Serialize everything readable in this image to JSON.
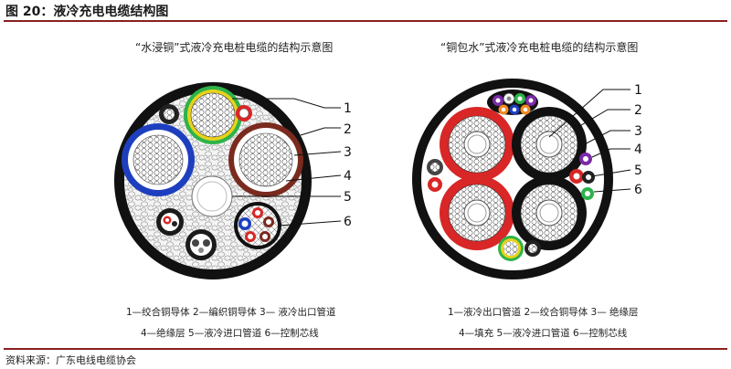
{
  "figure": {
    "title": "图 20：液冷充电电缆结构图",
    "source": "资料来源：广东电线电缆协会"
  },
  "left_panel": {
    "title": "“水浸铜”式液冷充电桩电缆的结构示意图",
    "callouts": [
      "1",
      "2",
      "3",
      "4",
      "5",
      "6"
    ],
    "legend_line1": "1—绞合铜导体  2—编织铜导体  3— 液冷出口管道",
    "legend_line2": "4—绝缘层  5—液冷进口管道  6—控制芯线"
  },
  "right_panel": {
    "title": "“铜包水”式液冷充电桩电缆的结构示意图",
    "callouts": [
      "1",
      "2",
      "3",
      "4",
      "5",
      "6"
    ],
    "legend_line1": "1—液冷出口管道  2—绞合铜导体  3— 绝缘层",
    "legend_line2": "4—填充  5—液冷进口管道  6—控制芯线"
  },
  "colors": {
    "rule": "#8a1f1f",
    "cable_jacket": "#111111",
    "green": "#2db34a",
    "yellow": "#e8d21c",
    "blue": "#1d3fbf",
    "brown": "#7a2a1e",
    "red": "#d92626",
    "purple": "#7b2aa8",
    "orange": "#f08a1e"
  }
}
